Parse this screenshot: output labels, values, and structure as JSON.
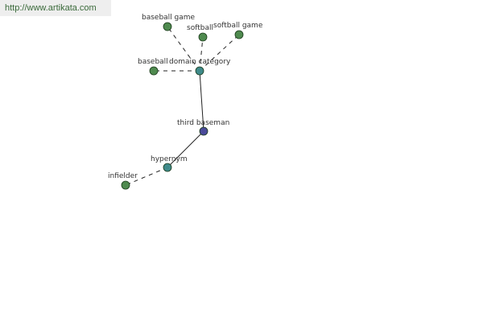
{
  "header": {
    "url": "http://www.artikata.com"
  },
  "colors": {
    "leaf": "#4f8a4f",
    "relation": "#3f8a8a",
    "root": "#4a4a9a",
    "edge": "#222222"
  },
  "graph": {
    "nodes": [
      {
        "id": "third-baseman",
        "label": "third baseman",
        "kind": "root"
      },
      {
        "id": "domain-category",
        "label": "domain category",
        "kind": "relation"
      },
      {
        "id": "hypernym",
        "label": "hypernym",
        "kind": "relation"
      },
      {
        "id": "baseball-game",
        "label": "baseball game",
        "kind": "leaf"
      },
      {
        "id": "softball",
        "label": "softball",
        "kind": "leaf"
      },
      {
        "id": "softball-game",
        "label": "softball game",
        "kind": "leaf"
      },
      {
        "id": "baseball",
        "label": "baseball",
        "kind": "leaf"
      },
      {
        "id": "infielder",
        "label": "infielder",
        "kind": "leaf"
      }
    ],
    "edges": [
      {
        "from": "third-baseman",
        "to": "domain-category",
        "style": "solid"
      },
      {
        "from": "third-baseman",
        "to": "hypernym",
        "style": "solid"
      },
      {
        "from": "domain-category",
        "to": "baseball-game",
        "style": "dashed"
      },
      {
        "from": "domain-category",
        "to": "softball",
        "style": "dashed"
      },
      {
        "from": "domain-category",
        "to": "softball-game",
        "style": "dashed"
      },
      {
        "from": "domain-category",
        "to": "baseball",
        "style": "dashed"
      },
      {
        "from": "hypernym",
        "to": "infielder",
        "style": "dashed"
      }
    ]
  }
}
